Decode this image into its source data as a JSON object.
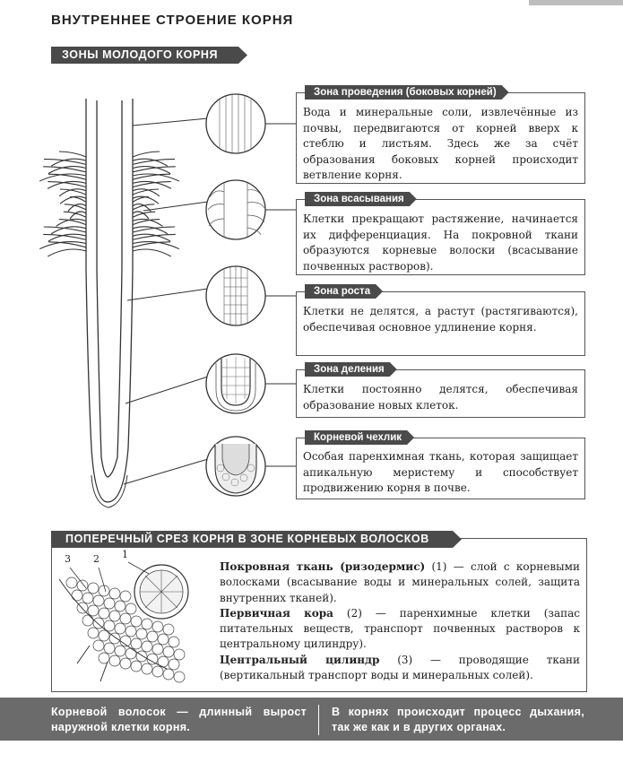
{
  "page_title": "ВНУТРЕННЕЕ СТРОЕНИЕ КОРНЯ",
  "section1_heading": "ЗОНЫ МОЛОДОГО КОРНЯ",
  "zones": [
    {
      "label": "Зона проведения (боковых корней)",
      "text": "Вода и минеральные соли, извлечённые из почвы, передвигаются от корней вверх к стеблю и листьям. Здесь же за счёт образования боковых корней происходит ветвление корня."
    },
    {
      "label": "Зона всасывания",
      "text": "Клетки прекращают растяжение, начинается их дифференциация. На покровной ткани образуются корневые волоски (всасывание почвенных растворов)."
    },
    {
      "label": "Зона роста",
      "text": "Клетки не делятся, а растут (растягиваются), обеспечивая основное удлинение корня."
    },
    {
      "label": "Зона деления",
      "text": "Клетки постоянно делятся, обеспечивая образование новых клеток."
    },
    {
      "label": "Корневой чехлик",
      "text": "Особая паренхимная ткань, которая защищает апикальную меристему и способствует продвижению корня в почве."
    }
  ],
  "section2": {
    "heading": "ПОПЕРЕЧНЫЙ СРЕЗ КОРНЯ В ЗОНЕ КОРНЕВЫХ ВОЛОСКОВ",
    "callouts": [
      "3",
      "2",
      "1"
    ],
    "items": [
      {
        "term": "Покровная ткань (ризодермис)",
        "rest": " (1) — слой с корневыми волосками (всасывание воды и минеральных солей, защита внутренних тканей)."
      },
      {
        "term": "Первичная кора",
        "rest": " (2) — паренхимные клетки (запас питательных веществ, транспорт почвенных растворов к центральному цилиндру)."
      },
      {
        "term": "Центральный цилиндр",
        "rest": " (3) — проводящие ткани (вертикальный транспорт воды и минеральных солей)."
      }
    ]
  },
  "bottom": {
    "left": "Корневой волосок — длинный вырост наружной клетки корня.",
    "right": "В корнях происходит процесс дыхания, так же как и в других органах."
  }
}
